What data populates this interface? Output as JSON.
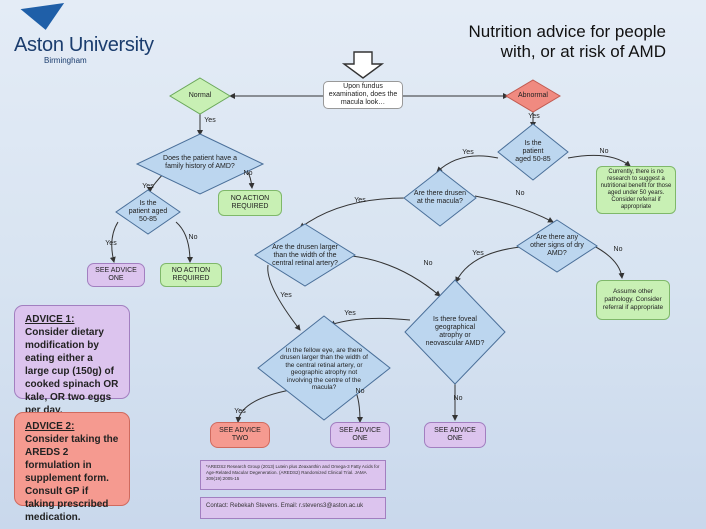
{
  "brand": {
    "name": "Aston University",
    "sub": "Birmingham"
  },
  "title": "Nutrition advice for people with, or at risk of AMD",
  "nodes": {
    "start": "Upon fundus examination, does the macula look…",
    "normal": "Normal",
    "abnormal": "Abnormal",
    "family_history": "Does the patient have a family history of AMD?",
    "no_action_1": "NO ACTION REQUIRED",
    "aged_left": "Is the patient aged 50-85",
    "see_one_left": "SEE ADVICE ONE",
    "no_action_2": "NO ACTION REQUIRED",
    "aged_right": "Is the patient aged 50-85",
    "no_research": "Currently, there is no research to suggest a nutritional benefit for those aged under 50 years. Consider referral if appropriate",
    "drusen_macula": "Are there drusen at the macula?",
    "drusen_larger": "Are the drusen larger than the width of the central retinal artery?",
    "dry_signs": "Are there any other signs of dry AMD?",
    "other_pathology": "Assume other pathology. Consider referral if appropriate",
    "foveal": "Is there foveal geographical atrophy or neovascular AMD?",
    "fellow_eye": "In the fellow eye, are there drusen larger than the width of the central retinal artery, or geographic atrophy not involving the centre of the macula?",
    "see_two": "SEE ADVICE TWO",
    "see_one_mid": "SEE ADVICE ONE",
    "see_one_right": "SEE ADVICE ONE"
  },
  "edge_labels": {
    "yes": "Yes",
    "no": "No"
  },
  "advice1": {
    "title": "ADVICE 1:",
    "body": "Consider dietary modification by eating either a large cup (150g) of cooked spinach OR kale, OR two eggs per day."
  },
  "advice2": {
    "title": "ADVICE 2:",
    "body": "Consider taking the AREDS 2 formulation in supplement form. Consult GP if taking prescribed medication."
  },
  "reference": "*AREDS2 Research Group (2013) Lutein plus Zeaxanthin and Omega-3 Fatty Acids for Age-Related Macular Degeneration. (AREDS2) Randomized Clinical Trial. JAMA 309(19):2005-15",
  "contact": "Contact: Rebekah Stevens. Email: r.stevens3@aston.ac.uk",
  "colors": {
    "normal": "#c8f0b4",
    "abnormal": "#f08a80",
    "diamond": "#bcd6ef",
    "advice_one": "#dcc4ee",
    "advice_two": "#f59a90"
  }
}
